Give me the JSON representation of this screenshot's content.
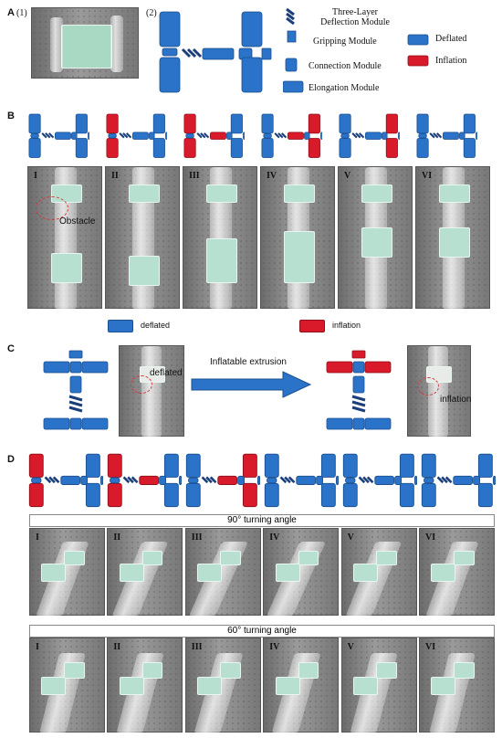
{
  "panels": {
    "a": "A",
    "a1": "(1)",
    "a2": "(2)",
    "b": "B",
    "c": "C",
    "d": "D"
  },
  "legend_a": {
    "three_layer": "Three-Layer\nDeflection Module",
    "gripping": "Gripping Module",
    "connection": "Connection Module",
    "elongation": "Elongation Module",
    "deflated": "Deflated",
    "inflation": "Inflation"
  },
  "colors": {
    "blue": "#2a73c8",
    "red": "#d91a2a"
  },
  "photo_labels_b": [
    "I",
    "II",
    "III",
    "IV",
    "V",
    "VI"
  ],
  "obstacle": "Obstacle",
  "legend_b": {
    "deflated": "deflated",
    "inflation": "inflation"
  },
  "panel_c": {
    "arrow_label": "Inflatable extrusion",
    "deflated": "deflated",
    "inflation": "inflation"
  },
  "panel_d": {
    "angle90": "90° turning angle",
    "angle60": "60° turning angle",
    "labels": [
      "I",
      "II",
      "III",
      "IV",
      "V",
      "VI"
    ]
  },
  "config_b": [
    {
      "left_top": "blue",
      "left_bottom": "blue",
      "center": "blue",
      "right_top": "blue",
      "right_bottom": "blue"
    },
    {
      "left_top": "red",
      "left_bottom": "red",
      "center": "blue",
      "right_top": "blue",
      "right_bottom": "blue"
    },
    {
      "left_top": "red",
      "left_bottom": "red",
      "center": "red",
      "right_top": "blue",
      "right_bottom": "blue"
    },
    {
      "left_top": "blue",
      "left_bottom": "blue",
      "center": "red",
      "right_top": "red",
      "right_bottom": "red"
    },
    {
      "left_top": "blue",
      "left_bottom": "blue",
      "center": "blue",
      "right_top": "red",
      "right_bottom": "red"
    },
    {
      "left_top": "blue",
      "left_bottom": "blue",
      "center": "blue",
      "right_top": "blue",
      "right_bottom": "blue"
    }
  ],
  "config_d": [
    {
      "left_top": "red",
      "left_bottom": "red",
      "center": "blue",
      "right_top": "blue",
      "right_bottom": "blue"
    },
    {
      "left_top": "red",
      "left_bottom": "red",
      "center": "red",
      "right_top": "blue",
      "right_bottom": "blue"
    },
    {
      "left_top": "blue",
      "left_bottom": "blue",
      "center": "red",
      "right_top": "red",
      "right_bottom": "red"
    },
    {
      "left_top": "blue",
      "left_bottom": "blue",
      "center": "blue",
      "right_top": "blue",
      "right_bottom": "blue"
    },
    {
      "left_top": "blue",
      "left_bottom": "blue",
      "center": "blue",
      "right_top": "blue",
      "right_bottom": "blue"
    },
    {
      "left_top": "blue",
      "left_bottom": "blue",
      "center": "blue",
      "right_top": "blue",
      "right_bottom": "blue"
    }
  ]
}
